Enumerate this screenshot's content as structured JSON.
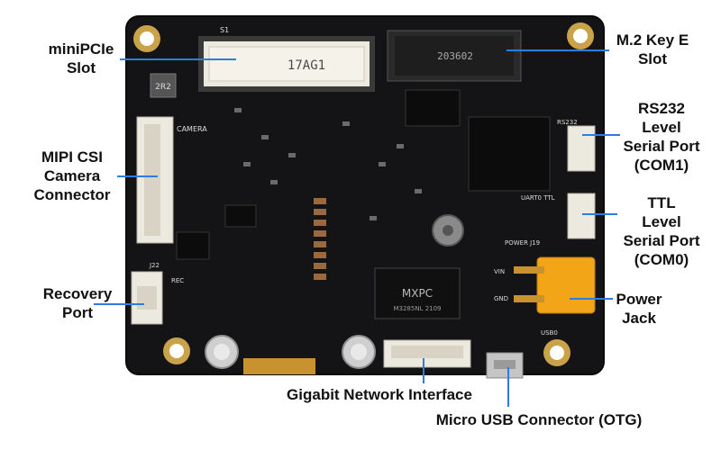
{
  "colors": {
    "board": "#141416",
    "board_edge": "#0a0a0b",
    "callout_line": "#2a7de1",
    "label_text": "#111111",
    "gold": "#c9a24a",
    "connector_white": "#ece9df",
    "power_jack": "#f2a516",
    "copper": "#c8922f"
  },
  "labels": {
    "minipcie": [
      "miniPCIe",
      "Slot"
    ],
    "mipi": [
      "MIPI CSI",
      "Camera",
      "Connector"
    ],
    "recovery": [
      "Recovery",
      "Port"
    ],
    "m2": [
      "M.2 Key E",
      "Slot"
    ],
    "rs232": [
      "RS232",
      "Level",
      "Serial Port",
      "(COM1)"
    ],
    "ttl": [
      "TTL",
      "Level",
      "Serial Port",
      "(COM0)"
    ],
    "power": [
      "Power",
      "Jack"
    ],
    "gigabit": [
      "Gigabit Network Interface"
    ],
    "usb": [
      "Micro USB Connector (OTG)"
    ]
  },
  "silkscreen": {
    "s1": "S1",
    "camera": "CAMERA",
    "j22": "J22",
    "rec": "REC",
    "rs232": "RS232",
    "uart0": "UART0 TTL",
    "power_j19": "POWER J19",
    "vin": "VIN",
    "gnd": "GND",
    "usb0": "USB0",
    "inductor": "2R2",
    "ethernet_chip": "MXPC",
    "chip_code": "M3285NL 2109",
    "minipcie_mark": "17AG1",
    "m2_mark": "203602"
  }
}
